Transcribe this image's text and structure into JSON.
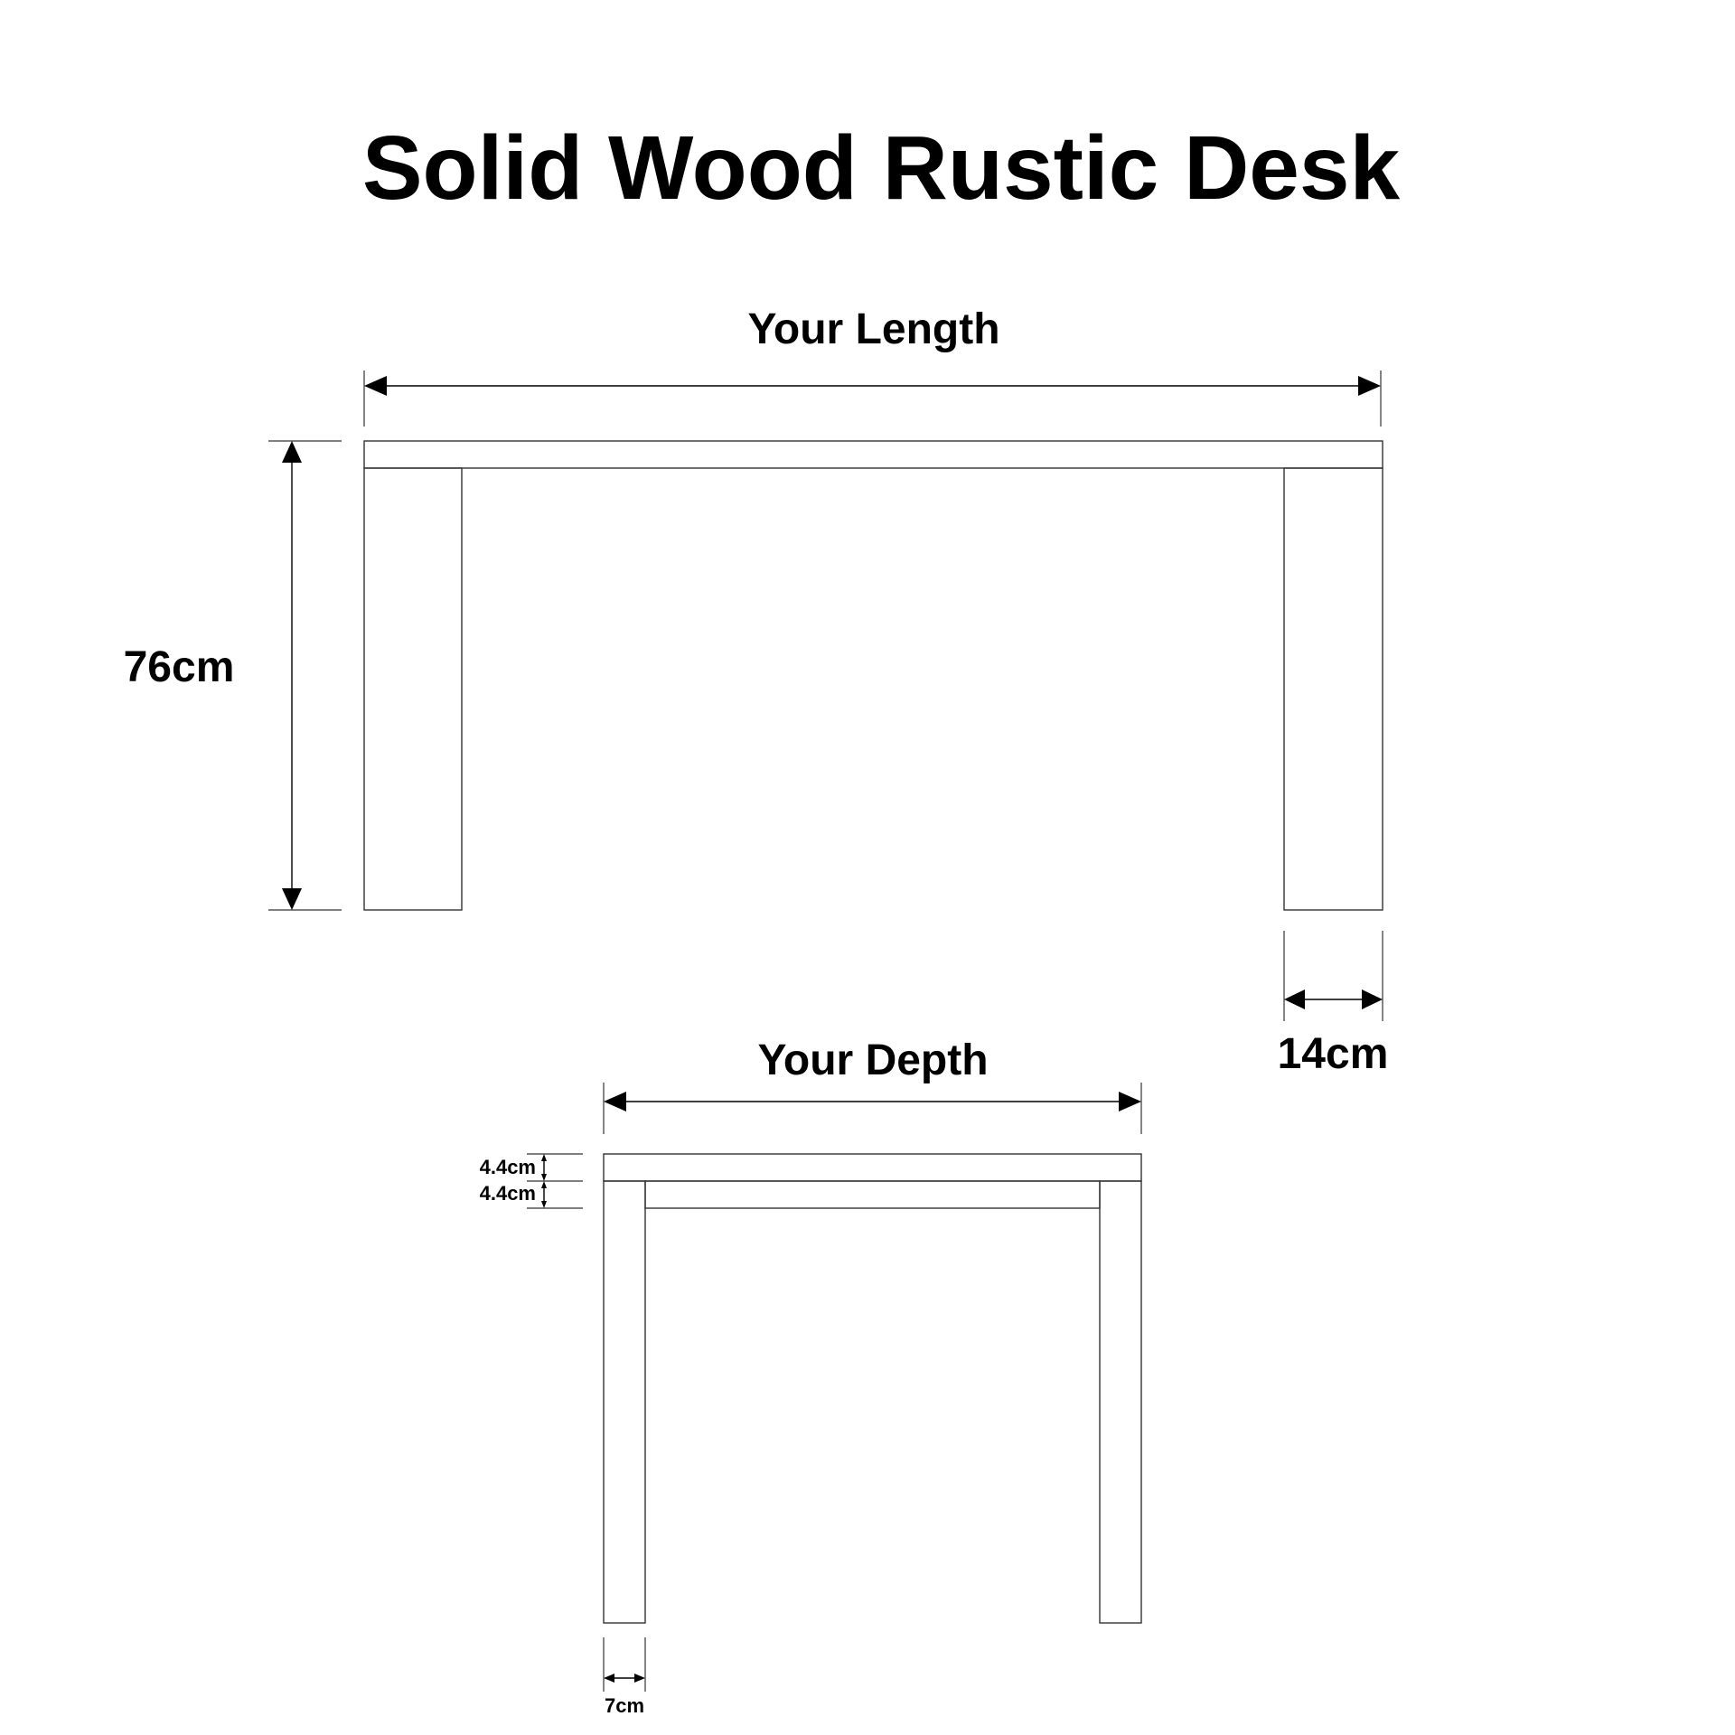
{
  "title": "Solid Wood Rustic Desk",
  "front_view": {
    "length_label": "Your Length",
    "height_label": "76cm",
    "leg_width_label": "14cm"
  },
  "side_view": {
    "depth_label": "Your Depth",
    "top_thickness_label": "4.4cm",
    "apron_height_label": "4.4cm",
    "leg_width_label": "7cm"
  },
  "colors": {
    "line": "#333333",
    "text": "#000000",
    "background": "#ffffff"
  }
}
